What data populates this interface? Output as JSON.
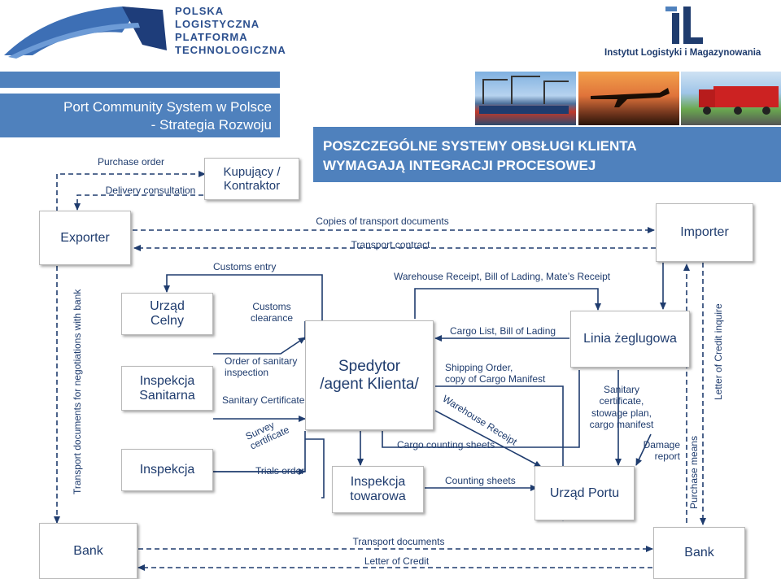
{
  "header": {
    "logo_left_text": [
      "POLSKA",
      "LOGISTYCZNA",
      "PLATFORMA",
      "TECHNOLOGICZNA"
    ],
    "logo_right_text": "Instytut Logistyki i Magazynowania",
    "title_line1": "Port  Community System w Polsce",
    "title_line2": "- Strategia Rozwoju",
    "banner_line1": "POSZCZEGÓLNE SYSTEMY OBSŁUGI KLIENTA",
    "banner_line2": "WYMAGAJĄ INTEGRACJI PROCESOWEJ"
  },
  "nodes": {
    "buyer": [
      "Kupujący /",
      "Kontraktor"
    ],
    "exporter": "Exporter",
    "importer": "Importer",
    "customs_office": [
      "Urząd",
      "Celny"
    ],
    "sanitary_inspection": [
      "Inspekcja",
      "Sanitarna"
    ],
    "inspection": "Inspekcja",
    "forwarder": [
      "Spedytor",
      "/agent Klienta/"
    ],
    "cargo_inspection": [
      "Inspekcja",
      "towarowa"
    ],
    "shipping_line": "Linia żeglugowa",
    "port_office": "Urząd Portu",
    "bank_left": "Bank",
    "bank_right": "Bank"
  },
  "edges": {
    "purchase_order": "Purchase order",
    "delivery_consultation": "Delivery consultation",
    "copies_transport_docs": "Copies of transport documents",
    "transport_contract": "Transport contract",
    "customs_entry": "Customs entry",
    "warehouse_receipt_bl": "Warehouse Receipt, Bill of Lading, Mate’s Receipt",
    "customs_clearance": [
      "Customs",
      "clearance"
    ],
    "order_sanitary": [
      "Order of sanitary",
      "inspection"
    ],
    "sanitary_certificate": "Sanitary Certificate",
    "survey_certificate": [
      "Survey",
      "certificate"
    ],
    "trials_order": "Trials order",
    "cargo_list_bl": "Cargo List, Bill of Lading",
    "shipping_order": [
      "Shipping Order,",
      "copy of Cargo Manifest"
    ],
    "warehouse_receipt": "Warehouse Receipt",
    "cargo_counting_sheets": "Cargo counting sheets",
    "counting_sheets": "Counting  sheets",
    "sanitary_stowage": [
      "Sanitary",
      "certificate,",
      "stowage plan,",
      "cargo manifest"
    ],
    "damage_report": [
      "Damage",
      "report"
    ],
    "transport_documents": "Transport documents",
    "letter_of_credit": "Letter of Credit",
    "transport_docs_bank": "Transport documents for negotiations with bank",
    "purchase_means": "Purchase means",
    "letter_of_credit_inquire": "Letter of Credit inquire"
  },
  "colors": {
    "accent_blue": "#4f81bd",
    "dark_navy": "#1f3c6e",
    "arrow": "#1f3c6e"
  }
}
